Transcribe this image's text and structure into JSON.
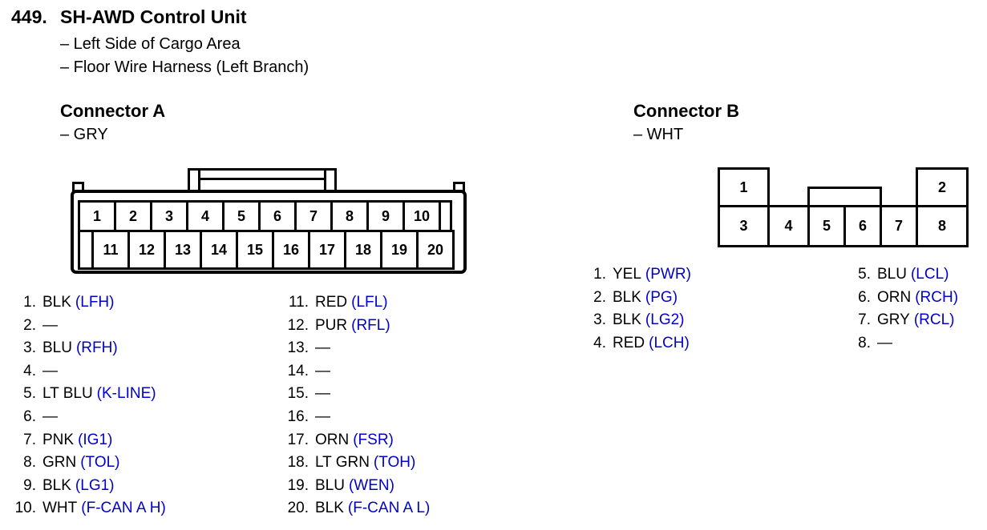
{
  "colors": {
    "signal_blue": "#0000CC"
  },
  "header": {
    "item_number": "449.",
    "title": "SH-AWD Control Unit",
    "location_line1": "– Left Side of Cargo Area",
    "location_line2": "– Floor Wire Harness (Left Branch)"
  },
  "connector_a": {
    "title": "Connector A",
    "color_label": "– GRY",
    "top_pins": [
      "1",
      "2",
      "3",
      "4",
      "5",
      "6",
      "7",
      "8",
      "9",
      "10"
    ],
    "bottom_pins": [
      "11",
      "12",
      "13",
      "14",
      "15",
      "16",
      "17",
      "18",
      "19",
      "20"
    ],
    "pins_left": [
      {
        "num": "1.",
        "wire": "BLK",
        "signal": "(LFH)"
      },
      {
        "num": "2.",
        "wire": "—",
        "signal": ""
      },
      {
        "num": "3.",
        "wire": "BLU",
        "signal": "(RFH)"
      },
      {
        "num": "4.",
        "wire": "—",
        "signal": ""
      },
      {
        "num": "5.",
        "wire": "LT BLU",
        "signal": "(K-LINE)"
      },
      {
        "num": "6.",
        "wire": "—",
        "signal": ""
      },
      {
        "num": "7.",
        "wire": "PNK",
        "signal": "(IG1)"
      },
      {
        "num": "8.",
        "wire": "GRN",
        "signal": "(TOL)"
      },
      {
        "num": "9.",
        "wire": "BLK",
        "signal": "(LG1)"
      },
      {
        "num": "10.",
        "wire": "WHT",
        "signal": "(F-CAN A H)"
      }
    ],
    "pins_right": [
      {
        "num": "11.",
        "wire": "RED",
        "signal": "(LFL)"
      },
      {
        "num": "12.",
        "wire": "PUR",
        "signal": "(RFL)"
      },
      {
        "num": "13.",
        "wire": "—",
        "signal": ""
      },
      {
        "num": "14.",
        "wire": "—",
        "signal": ""
      },
      {
        "num": "15.",
        "wire": "—",
        "signal": ""
      },
      {
        "num": "16.",
        "wire": "—",
        "signal": ""
      },
      {
        "num": "17.",
        "wire": "ORN",
        "signal": "(FSR)"
      },
      {
        "num": "18.",
        "wire": "LT GRN",
        "signal": "(TOH)"
      },
      {
        "num": "19.",
        "wire": "BLU",
        "signal": "(WEN)"
      },
      {
        "num": "20.",
        "wire": "BLK",
        "signal": "(F-CAN A L)"
      }
    ]
  },
  "connector_b": {
    "title": "Connector B",
    "color_label": "– WHT",
    "top_pins": [
      "1",
      "2"
    ],
    "bottom_pins": [
      "3",
      "4",
      "5",
      "6",
      "7",
      "8"
    ],
    "pins_left": [
      {
        "num": "1.",
        "wire": "YEL",
        "signal": "(PWR)"
      },
      {
        "num": "2.",
        "wire": "BLK",
        "signal": "(PG)"
      },
      {
        "num": "3.",
        "wire": "BLK",
        "signal": "(LG2)"
      },
      {
        "num": "4.",
        "wire": "RED",
        "signal": "(LCH)"
      }
    ],
    "pins_right": [
      {
        "num": "5.",
        "wire": "BLU",
        "signal": "(LCL)"
      },
      {
        "num": "6.",
        "wire": "ORN",
        "signal": "(RCH)"
      },
      {
        "num": "7.",
        "wire": "GRY",
        "signal": "(RCL)"
      },
      {
        "num": "8.",
        "wire": "—",
        "signal": ""
      }
    ]
  }
}
